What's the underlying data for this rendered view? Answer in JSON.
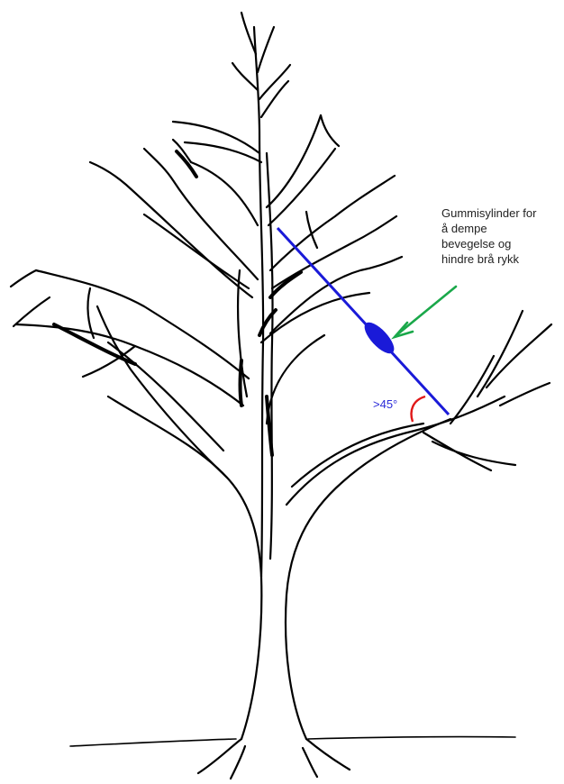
{
  "annotation": {
    "lines": [
      "Gummisylinder for",
      "å dempe",
      "bevegelse og",
      "hindre brå rykk"
    ]
  },
  "angle_label": ">45°",
  "colors": {
    "tree": "#000000",
    "cable": "#1a1ad8",
    "arrow": "#1aa84a",
    "angle_arc": "#e01818",
    "angle_text": "#2a2ad8"
  }
}
